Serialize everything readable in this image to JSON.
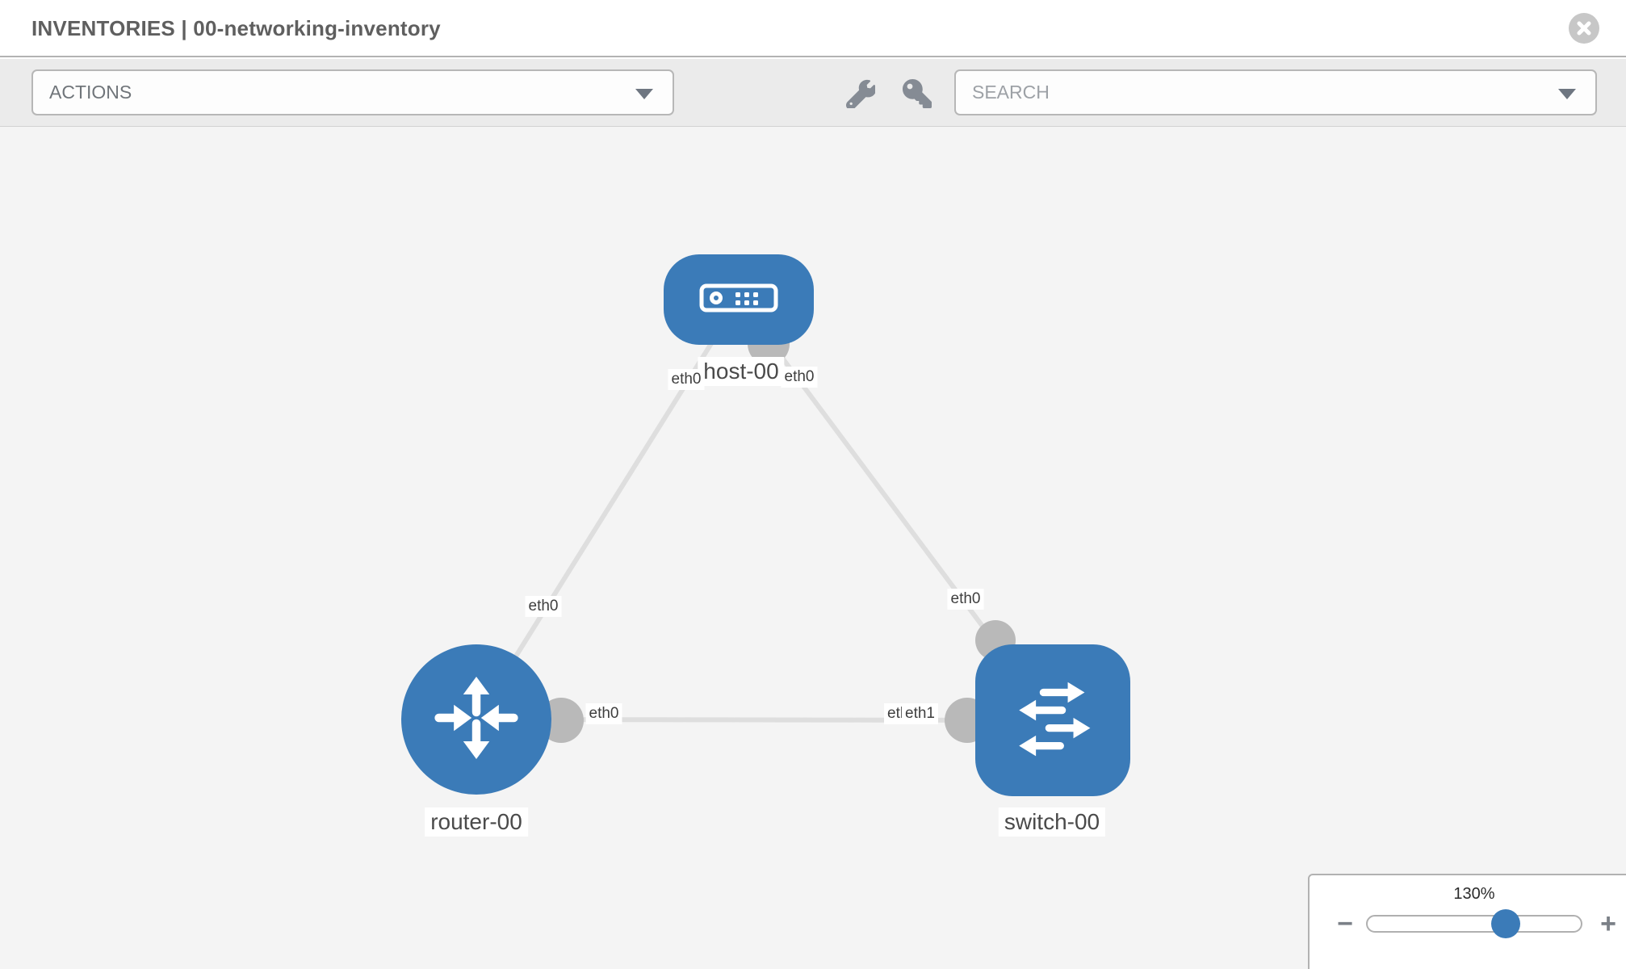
{
  "header": {
    "title": "INVENTORIES | 00-networking-inventory"
  },
  "toolbar": {
    "actions_label": "ACTIONS",
    "search_label": "SEARCH"
  },
  "topology": {
    "nodes": [
      {
        "id": "host-00",
        "type": "host",
        "label": "host-00"
      },
      {
        "id": "router-00",
        "type": "router",
        "label": "router-00"
      },
      {
        "id": "switch-00",
        "type": "switch",
        "label": "switch-00"
      }
    ],
    "links": [
      {
        "from": "host-00",
        "to": "router-00",
        "from_iface": "eth0",
        "to_iface": "eth0"
      },
      {
        "from": "host-00",
        "to": "switch-00",
        "from_iface": "eth0",
        "to_iface": "eth0"
      },
      {
        "from": "router-00",
        "to": "switch-00",
        "from_iface": "eth0",
        "to_iface_overlapped": "eth0",
        "to_iface": "eth1"
      }
    ]
  },
  "zoom": {
    "level": "130%",
    "minus": "−",
    "plus": "+"
  },
  "colors": {
    "node_blue": "#3b7bb8",
    "link_gray": "#dedede",
    "connector_gray": "#b9b9b9",
    "canvas_bg": "#f4f4f4"
  }
}
